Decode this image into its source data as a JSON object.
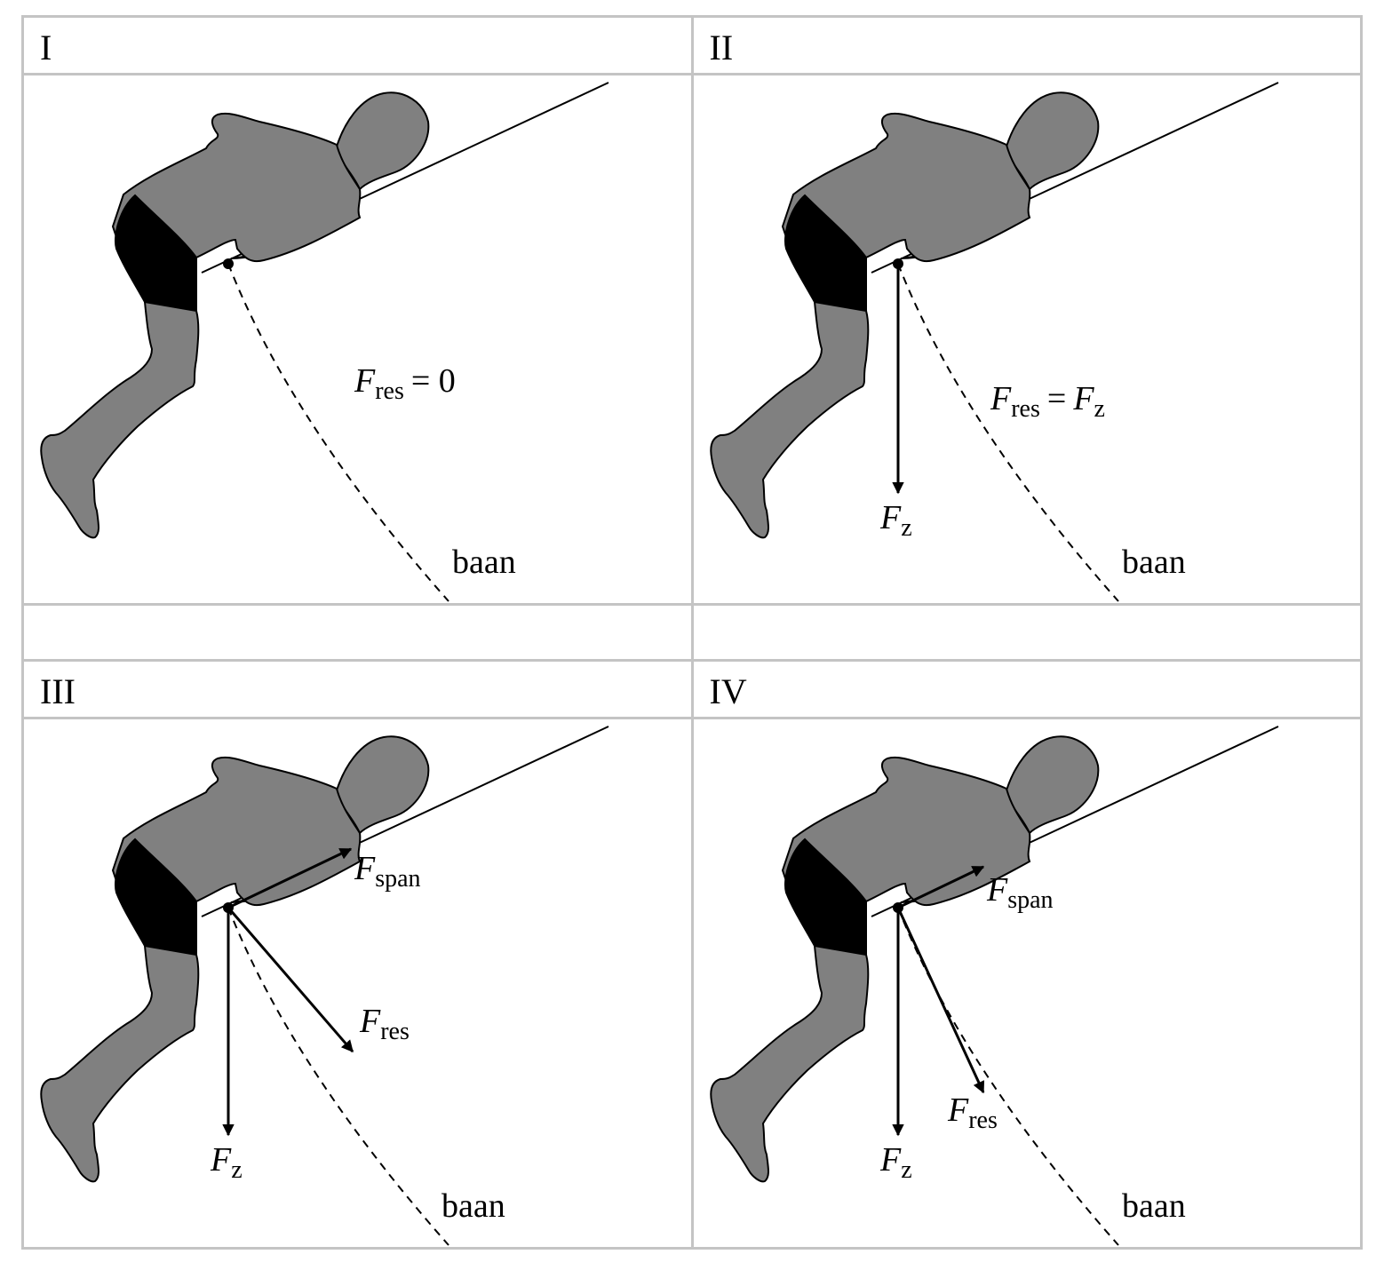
{
  "panels": [
    {
      "label": "I",
      "forces": [],
      "annotations": {
        "formula": {
          "F": "F",
          "sub": "res",
          "rest": "= 0"
        },
        "path": "baan"
      }
    },
    {
      "label": "II",
      "forces": [
        {
          "F": "F",
          "sub": "z"
        }
      ],
      "annotations": {
        "formula": {
          "F": "F",
          "sub": "res",
          "eq": "=",
          "F2": "F",
          "sub2": "z"
        },
        "path": "baan"
      }
    },
    {
      "label": "III",
      "forces": [
        {
          "F": "F",
          "sub": "span"
        },
        {
          "F": "F",
          "sub": "res"
        },
        {
          "F": "F",
          "sub": "z"
        }
      ],
      "annotations": {
        "path": "baan"
      }
    },
    {
      "label": "IV",
      "forces": [
        {
          "F": "F",
          "sub": "span"
        },
        {
          "F": "F",
          "sub": "res"
        },
        {
          "F": "F",
          "sub": "z"
        }
      ],
      "annotations": {
        "path": "baan"
      }
    }
  ],
  "colors": {
    "body": "#808080",
    "shorts": "#000000",
    "border": "#c4c4c4"
  }
}
